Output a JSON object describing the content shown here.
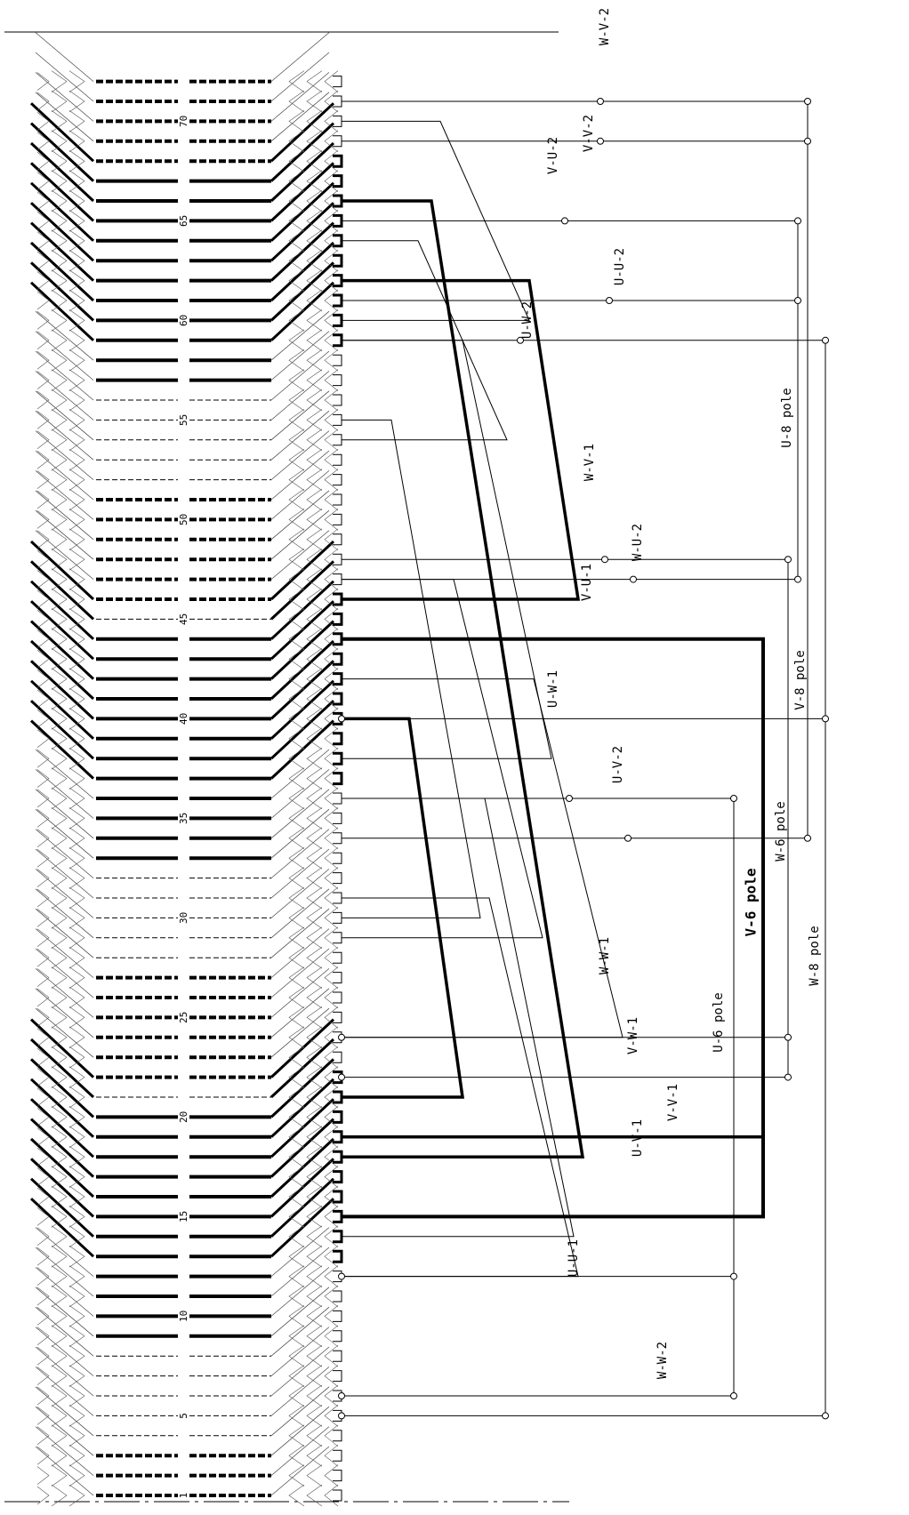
{
  "diagram": {
    "slot_numbers": [
      "1",
      "5",
      "10",
      "15",
      "20",
      "25",
      "30",
      "35",
      "40",
      "45",
      "50",
      "55",
      "60",
      "65",
      "70"
    ],
    "labels": [
      "W-V-2",
      "V-V-2",
      "V-U-2",
      "U-U-2",
      "U-W-2",
      "U-8 pole",
      "W-V-1",
      "W-U-2",
      "V-U-1",
      "V-8 pole",
      "U-W-1",
      "U-V-2",
      "W-6 pole",
      "V-6 pole",
      "W-W-1",
      "W-8 pole",
      "U-6 pole",
      "V-W-1",
      "V-V-1",
      "U-V-1",
      "U-U-1",
      "W-W-2"
    ]
  }
}
